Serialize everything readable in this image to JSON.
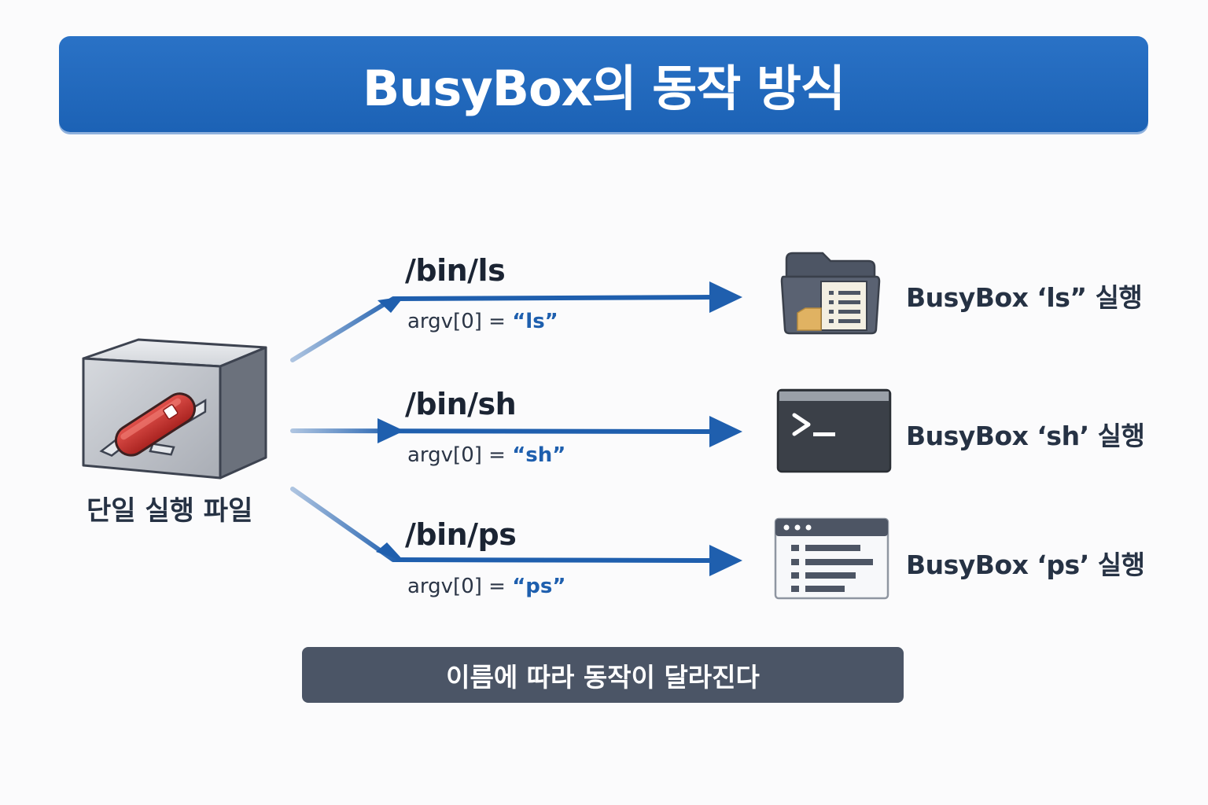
{
  "title": "BusyBox의 동작 방식",
  "source": {
    "label": "단일 실행 파일",
    "icon": "swiss-army-knife-box-icon"
  },
  "commands": [
    {
      "path": "/bin/ls",
      "argv_prefix": "argv[0] = ",
      "argv_value": "“ls”",
      "result": "BusyBox ‘ls” 실행",
      "icon": "folder-document-icon"
    },
    {
      "path": "/bin/sh",
      "argv_prefix": "argv[0] = ",
      "argv_value": "“sh”",
      "result": "BusyBox ‘sh’ 실행",
      "icon": "terminal-prompt-icon"
    },
    {
      "path": "/bin/ps",
      "argv_prefix": "argv[0] = ",
      "argv_value": "“ps”",
      "result": "BusyBox ‘ps’ 실행",
      "icon": "process-list-window-icon"
    }
  ],
  "footer": "이름에 따라 동작이 달라진다",
  "colors": {
    "banner": "#1c62b5",
    "arrow": "#1f5fae",
    "footer": "#4b5566",
    "knife": "#c9302c",
    "terminal": "#3b4048"
  }
}
